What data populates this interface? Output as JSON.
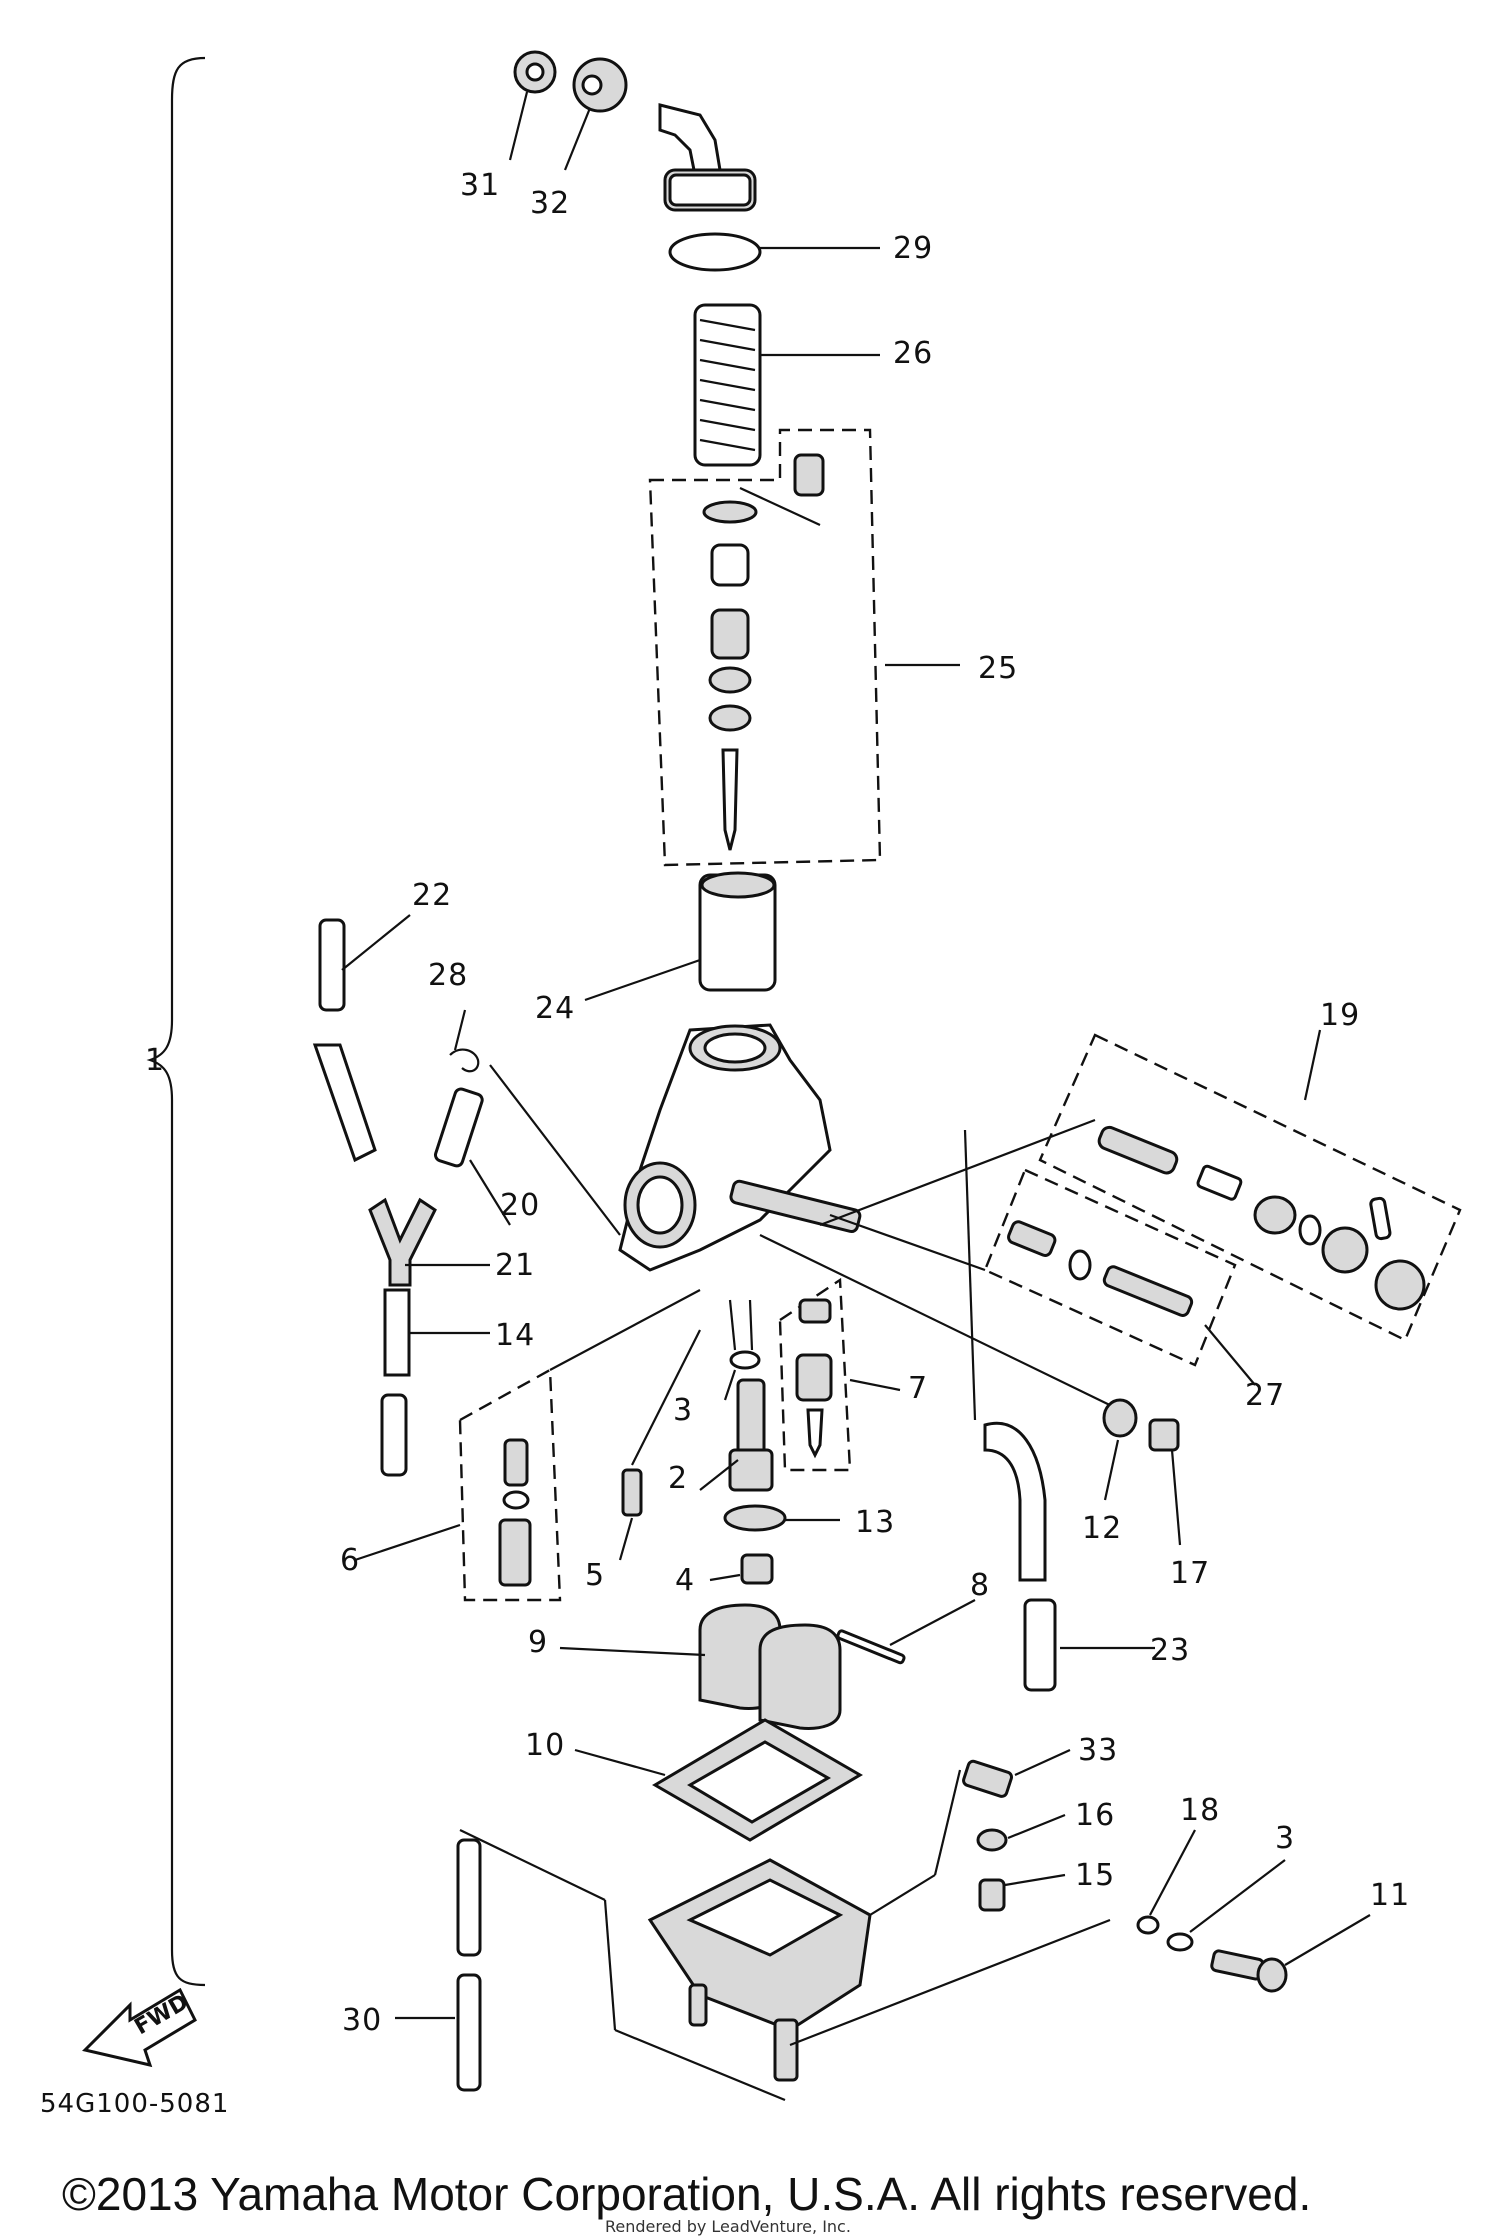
{
  "diagram": {
    "part_numbers": [
      "1",
      "2",
      "3",
      "4",
      "5",
      "6",
      "7",
      "8",
      "9",
      "10",
      "11",
      "12",
      "13",
      "14",
      "15",
      "16",
      "17",
      "18",
      "19",
      "20",
      "21",
      "22",
      "23",
      "24",
      "25",
      "26",
      "27",
      "28",
      "29",
      "30",
      "31",
      "32",
      "33"
    ],
    "label_3_second": "3",
    "drawing_code": "54G100-5081",
    "fwd_label": "FWD",
    "copyright": "©2013 Yamaha Motor Corporation, U.S.A. All rights reserved.",
    "rendered_by": "Rendered by LeadVenture, Inc."
  }
}
